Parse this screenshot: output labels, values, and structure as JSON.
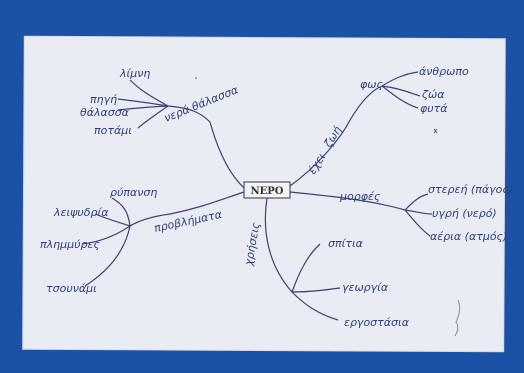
{
  "center": {
    "label": "ΝΕΡΟ"
  },
  "branches": {
    "upper_left": {
      "label": "νερά θάλασσα",
      "children": [
        "λίμνη",
        "πηγή",
        "θάλασσα",
        "ποτάμι"
      ]
    },
    "lower_left": {
      "label": "προβλήματα",
      "children": [
        "ρύπανση",
        "λειψυδρία",
        "πλημμύρες",
        "τσουνάμι"
      ]
    },
    "upper_right": {
      "label": "ζωή",
      "sublabel": "έχει",
      "group_label": "φως",
      "children": [
        "άνθρωπο",
        "ζώα",
        "φυτά"
      ]
    },
    "middle_right": {
      "label": "μορφές",
      "children": [
        "στερεή (πάγος)",
        "υγρή (νερό)",
        "αέρια (ατμός)"
      ]
    },
    "lower_middle": {
      "label": "χρήσεις",
      "children": [
        "σπίτια",
        "γεωργία",
        "εργοστάσια"
      ]
    }
  }
}
